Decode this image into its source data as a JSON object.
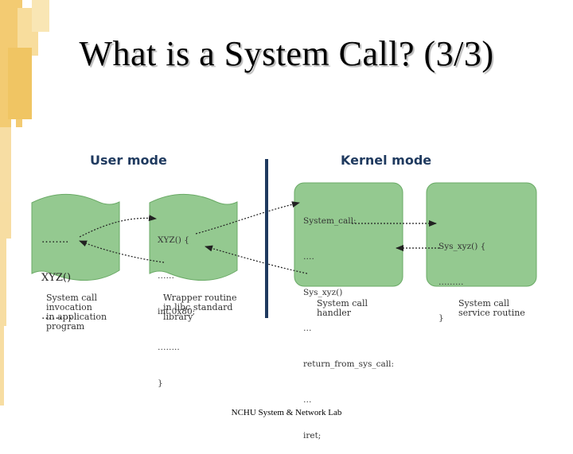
{
  "slide": {
    "title": "What is a System Call? (3/3)",
    "footer": "NCHU System & Network Lab"
  },
  "diagram": {
    "user_mode_label": "User mode",
    "kernel_mode_label": "Kernel mode",
    "app_box": {
      "lines": [
        "……..",
        "XYZ()",
        "………"
      ],
      "caption": "System call\ninvocation\nin application\nprogram"
    },
    "wrapper_box": {
      "lines": [
        "XYZ() {",
        "……",
        "int 0x80;",
        "……..",
        "}"
      ],
      "caption": "Wrapper routine\nin libc standard\nlibrary"
    },
    "handler_box": {
      "lines": [
        "System_call:",
        "….",
        "Sys_xyz()",
        "…",
        "return_from_sys_call:",
        "…",
        "iret;"
      ],
      "caption": "System call\nhandler"
    },
    "service_box": {
      "lines": [
        "Sys_xyz() {",
        "………",
        "}"
      ],
      "caption": "System call\nservice routine"
    },
    "colors": {
      "box_fill": "#94c990",
      "box_stroke": "#6aaa66",
      "arrow": "#222222",
      "label": "#1f3a5f",
      "divider": "#1f3a5f"
    }
  }
}
